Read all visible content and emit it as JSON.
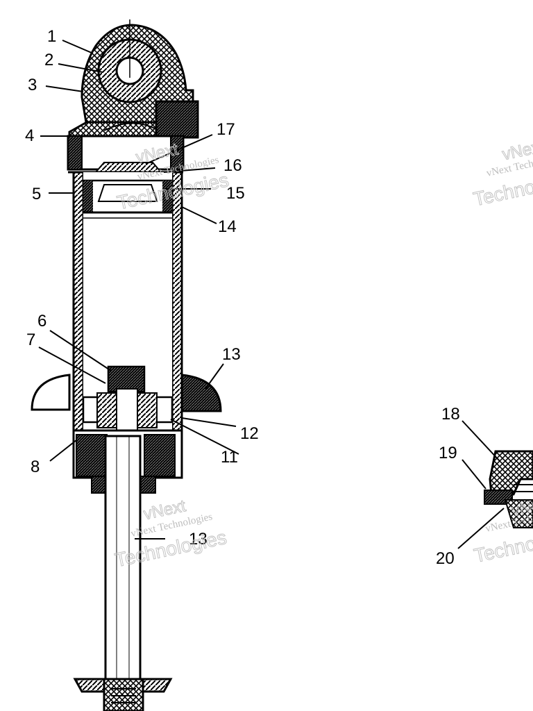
{
  "diagram": {
    "callouts": [
      "1",
      "2",
      "3",
      "4",
      "5",
      "6",
      "7",
      "8",
      "11",
      "12",
      "13",
      "14",
      "15",
      "16",
      "17",
      "18",
      "19",
      "20"
    ],
    "partial_label": "13"
  },
  "watermark": {
    "line1": "vNext Technologies",
    "line2": "Technologies",
    "line3": "vNext"
  }
}
